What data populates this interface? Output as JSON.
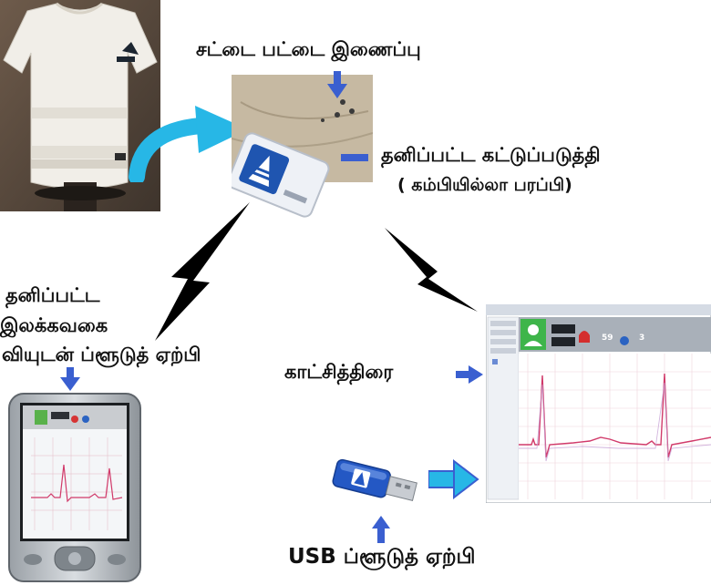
{
  "labels": {
    "shirt_belt_connection": "சட்டை பட்டை இணைப்பு",
    "custom_controller": "தனிப்பட்ட கட்டுப்படுத்தி",
    "wireless_board": "( கம்பியில்லா பரப்பி)",
    "pda_line1": "தனிப்பட்ட",
    "pda_line2": "இலக்கவகை",
    "pda_line3": "வியுடன் ப்ளூடுத் ஏற்பி",
    "display_monitor": "காட்சித்திரை",
    "usb_receiver": "USB ப்ளூடுத் ஏற்பி"
  },
  "monitor_screen": {
    "reading_1": "59",
    "reading_2": "3"
  },
  "colors": {
    "arrow_blue": "#3a5fd0",
    "arrow_cyan": "#27b7e6",
    "ecg_line": "#d13a6a",
    "lightning": "#000000"
  }
}
